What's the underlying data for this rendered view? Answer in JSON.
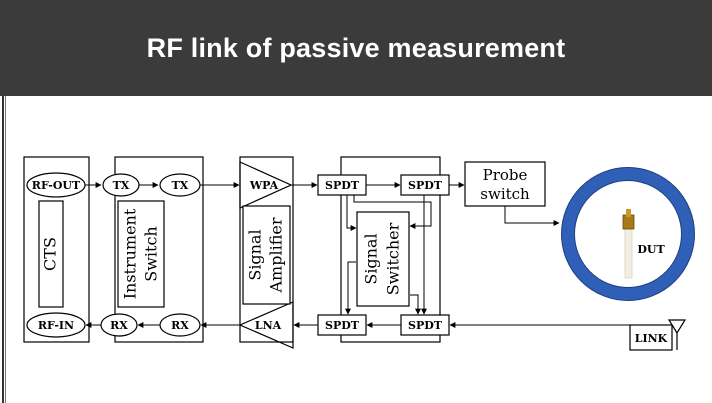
{
  "title": "RF link of passive measurement",
  "blocks": {
    "cts": "CTS",
    "instrument_switch": [
      "Instrument",
      "Switch"
    ],
    "signal_amplifier": [
      "Signal",
      "Amplifier"
    ],
    "signal_switcher": [
      "Signal",
      "Switcher"
    ],
    "probe_switch": [
      "Probe",
      "switch"
    ],
    "dut": "DUT",
    "link": "LINK"
  },
  "ports": {
    "rf_out": "RF-OUT",
    "rf_in": "RF-IN",
    "tx1": "TX",
    "tx2": "TX",
    "rx1": "RX",
    "rx2": "RX",
    "wpa": "WPA",
    "lna": "LNA",
    "spdt_top_left": "SPDT",
    "spdt_top_right": "SPDT",
    "spdt_bottom_left": "SPDT",
    "spdt_bottom_right": "SPDT"
  },
  "colors": {
    "title_bar": "#3b3b3b",
    "chamber_ring": "#2f5fb7"
  }
}
